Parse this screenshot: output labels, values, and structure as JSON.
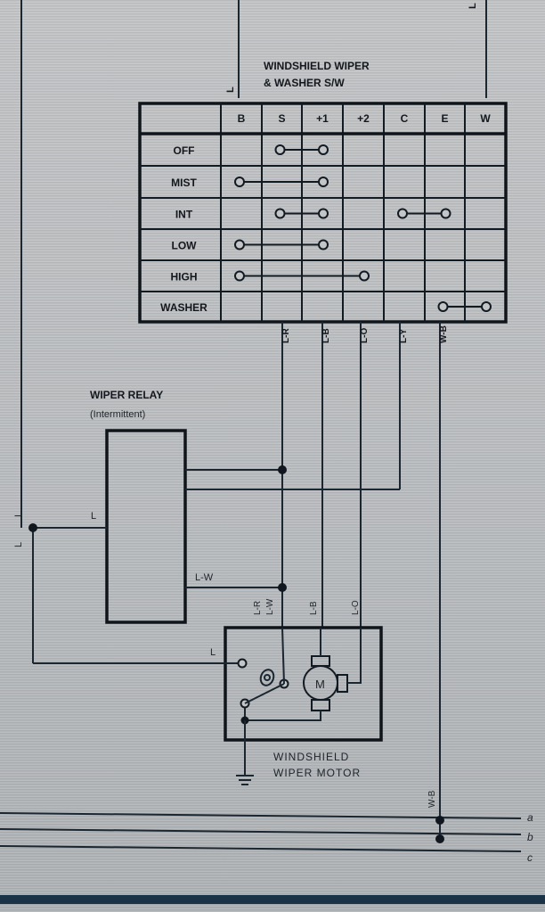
{
  "switch": {
    "title_line1": "WINDSHIELD WIPER",
    "title_line2": "& WASHER S/W",
    "columns": [
      "B",
      "S",
      "+1",
      "+2",
      "C",
      "E",
      "W"
    ],
    "rows": [
      {
        "label": "OFF",
        "connections": [
          [
            "S",
            "+1"
          ]
        ]
      },
      {
        "label": "MIST",
        "connections": [
          [
            "B",
            "+1"
          ]
        ]
      },
      {
        "label": "INT",
        "connections": [
          [
            "S",
            "+1"
          ],
          [
            "C",
            "E"
          ]
        ]
      },
      {
        "label": "LOW",
        "connections": [
          [
            "B",
            "+1"
          ]
        ]
      },
      {
        "label": "HIGH",
        "connections": [
          [
            "B",
            "+2"
          ]
        ]
      },
      {
        "label": "WASHER",
        "connections": [
          [
            "E",
            "W"
          ]
        ]
      }
    ],
    "wire_labels": [
      "L-R",
      "L-B",
      "L-O",
      "L-Y",
      "W-B"
    ]
  },
  "relay": {
    "title": "WIPER RELAY",
    "subtitle": "(Intermittent)",
    "input_label": "L",
    "output_label": "L-W"
  },
  "motor": {
    "title_line1": "WINDSHIELD",
    "title_line2": "WIPER MOTOR",
    "symbol": "M",
    "input_label": "L",
    "top_labels": [
      "L-R",
      "L-W",
      "L-B",
      "L-O"
    ]
  },
  "left_labels": [
    "L",
    "L"
  ],
  "top_labels": [
    "L",
    "L"
  ],
  "bus": {
    "wire_label": "W-B",
    "lines": [
      "a",
      "b",
      "c"
    ]
  }
}
